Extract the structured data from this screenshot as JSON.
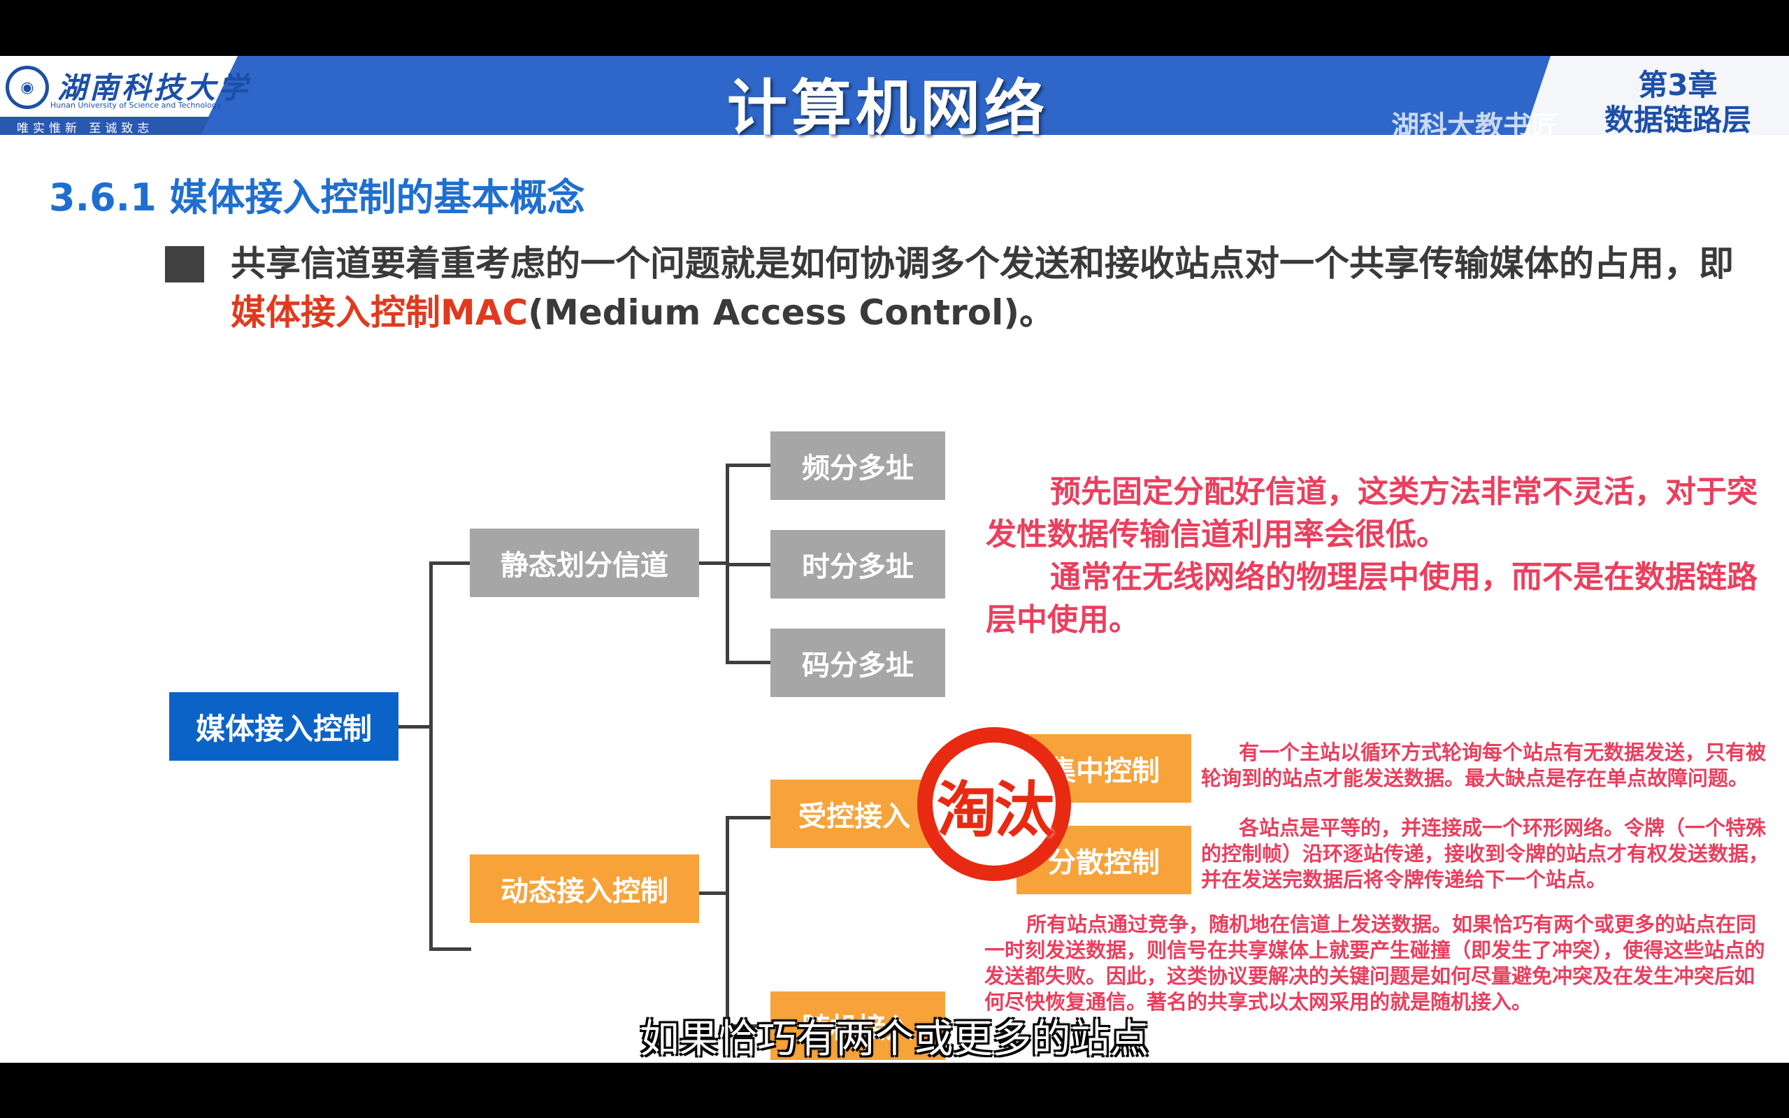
{
  "header": {
    "university_cn": "湖南科技大学",
    "university_en": "Hunan University of Science and Technology",
    "motto": "唯实惟新   至诚致志",
    "course_title": "计算机网络",
    "chapter": "第3章",
    "chapter_name": "数据链路层",
    "watermark": "湖科大教书匠"
  },
  "section_title": "3.6.1 媒体接入控制的基本概念",
  "paragraph": {
    "part1": "共享信道要着重考虑的一个问题就是如何协调多个发送和接收站点对一个共享传输媒体的占用，即",
    "highlight": "媒体接入控制MAC",
    "part2": "(Medium Access Control)。"
  },
  "tree": {
    "root": "媒体接入控制",
    "static": "静态划分信道",
    "fdma": "频分多址",
    "tdma": "时分多址",
    "cdma": "码分多址",
    "dynamic": "动态接入控制",
    "controlled": "受控接入",
    "centralized": "集中控制",
    "distributed": "分散控制",
    "random": "随机接入"
  },
  "notes": {
    "static_1": "预先固定分配好信道，这类方法非常不灵活，对于突发性数据传输信道利用率会很低。",
    "static_2": "通常在无线网络的物理层中使用，而不是在数据链路层中使用。",
    "centralized": "有一个主站以循环方式轮询每个站点有无数据发送，只有被轮询到的站点才能发送数据。最大缺点是存在单点故障问题。",
    "distributed": "各站点是平等的，并连接成一个环形网络。令牌（一个特殊的控制帧）沿环逐站传递，接收到令牌的站点才有权发送数据，并在发送完数据后将令牌传递给下一个站点。",
    "random": "所有站点通过竞争，随机地在信道上发送数据。如果恰巧有两个或更多的站点在同一时刻发送数据，则信号在共享媒体上就要产生碰撞（即发生了冲突），使得这些站点的发送都失败。因此，这类协议要解决的关键问题是如何尽量避免冲突及在发生冲突后如何尽快恢复通信。著名的共享式以太网采用的就是随机接入。"
  },
  "stamp": "淘汰",
  "subtitle": "如果恰巧有两个或更多的站点",
  "colors": {
    "header_blue": "#2e67c9",
    "title_blue": "#1f6fd0",
    "root_blue": "#0b63c7",
    "gray_box": "#a6a6a6",
    "orange_box": "#f7a33a",
    "highlight_red": "#e03a1e",
    "note_pink": "#ea3f5e",
    "stamp_red": "#e82a12"
  }
}
